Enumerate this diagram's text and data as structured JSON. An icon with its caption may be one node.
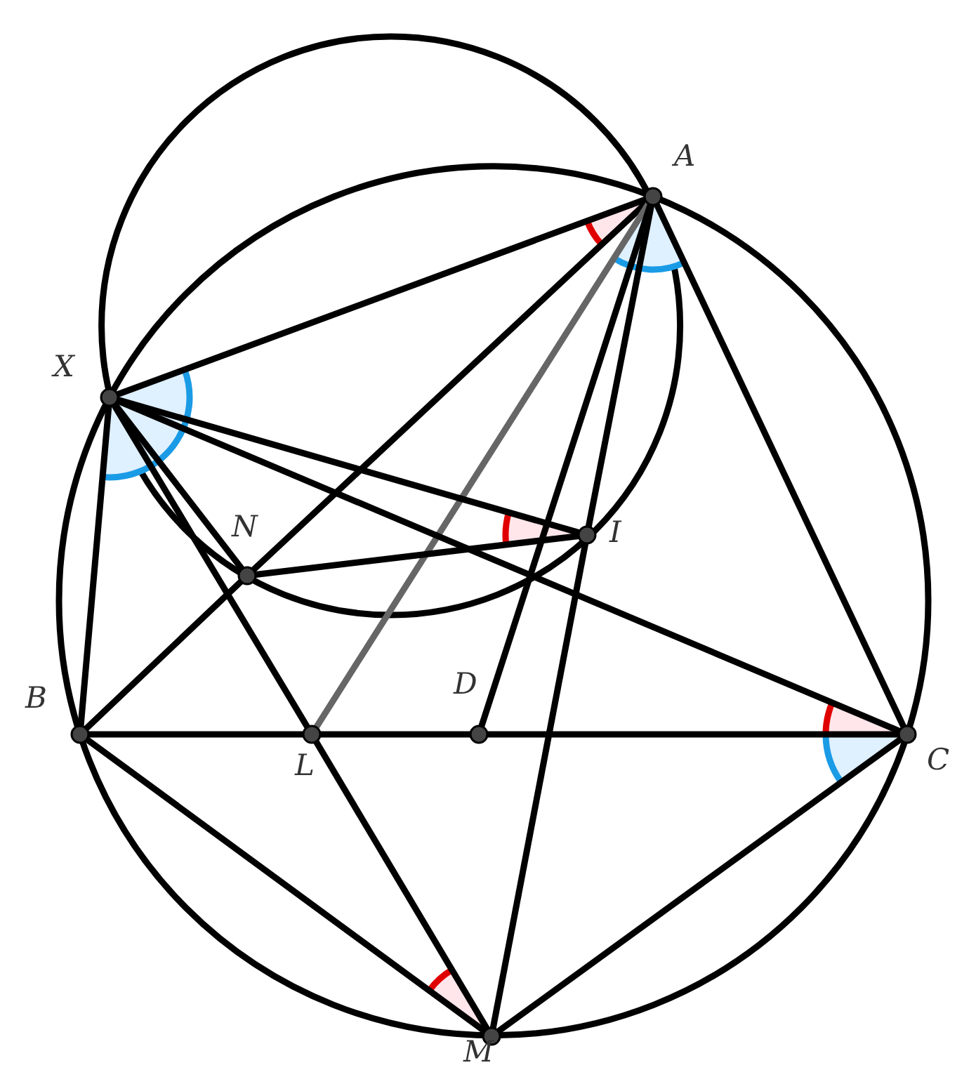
{
  "diagram": {
    "nodes": [
      {
        "text": [
          "A"
        ]
      },
      {
        "text": [
          "X"
        ]
      },
      {
        "text": [
          "N"
        ]
      },
      {
        "text": [
          "I"
        ]
      },
      {
        "text": [
          "B"
        ]
      },
      {
        "text": [
          "L"
        ]
      },
      {
        "text": [
          "D"
        ]
      },
      {
        "text": [
          "C"
        ]
      },
      {
        "text": [
          "M"
        ]
      }
    ],
    "edges": [
      {
        "from": 1,
        "to": 0,
        "arrow": "none"
      },
      {
        "from": 4,
        "to": 2,
        "arrow": "none"
      },
      {
        "from": 2,
        "to": 0,
        "arrow": "none"
      },
      {
        "from": 0,
        "to": 5,
        "arrow": "none",
        "color": "#666666"
      },
      {
        "from": 0,
        "to": 6,
        "arrow": "none"
      },
      {
        "from": 0,
        "to": 3,
        "arrow": "none"
      },
      {
        "from": 3,
        "to": 8,
        "arrow": "none"
      },
      {
        "from": 0,
        "to": 7,
        "arrow": "none"
      },
      {
        "from": 1,
        "to": 4,
        "arrow": "none"
      },
      {
        "from": 1,
        "to": 2,
        "arrow": "none"
      },
      {
        "from": 1,
        "to": 5,
        "arrow": "none"
      },
      {
        "from": 5,
        "to": 8,
        "arrow": "none"
      },
      {
        "from": 1,
        "to": 3,
        "arrow": "none"
      },
      {
        "from": 1,
        "to": 7,
        "arrow": "none"
      },
      {
        "from": 2,
        "to": 3,
        "arrow": "none"
      },
      {
        "from": 4,
        "to": 5,
        "arrow": "none"
      },
      {
        "from": 5,
        "to": 6,
        "arrow": "none"
      },
      {
        "from": 6,
        "to": 7,
        "arrow": "none"
      },
      {
        "from": 4,
        "to": 8,
        "arrow": "none"
      },
      {
        "from": 7,
        "to": 8,
        "arrow": "none"
      }
    ]
  }
}
